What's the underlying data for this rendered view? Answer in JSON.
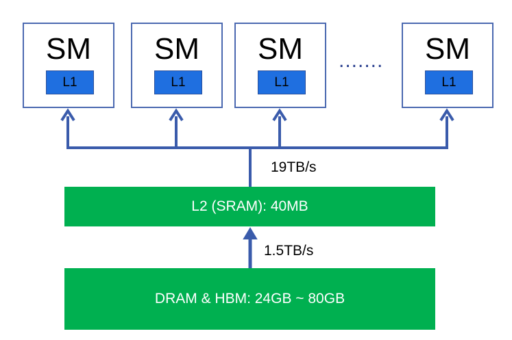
{
  "sm_units": [
    {
      "title": "SM",
      "cache": "L1"
    },
    {
      "title": "SM",
      "cache": "L1"
    },
    {
      "title": "SM",
      "cache": "L1"
    },
    {
      "title": "SM",
      "cache": "L1"
    }
  ],
  "ellipsis": ".......",
  "l2": {
    "label": "L2 (SRAM): 40MB"
  },
  "dram": {
    "label": "DRAM & HBM: 24GB ~ 80GB"
  },
  "bandwidth": {
    "l2_to_sm": "19TB/s",
    "dram_to_l2": "1.5TB/s"
  },
  "colors": {
    "sm_border": "#4a68b0",
    "l1_fill": "#1f6fe0",
    "memory_fill": "#00b050",
    "connector": "#3a5bab"
  }
}
